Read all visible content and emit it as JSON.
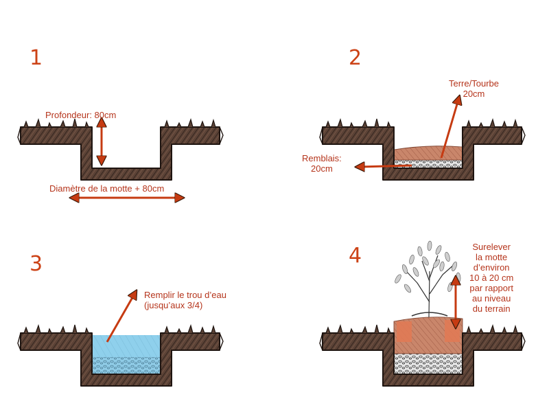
{
  "steps": [
    {
      "number": "1",
      "labels": {
        "depth": "Profondeur: 80cm",
        "diameter": "Diamètre de la motte + 80cm"
      }
    },
    {
      "number": "2",
      "labels": {
        "soil_line1": "Terre/Tourbe",
        "soil_line2": "20cm",
        "backfill_line1": "Remblais:",
        "backfill_line2": "20cm"
      }
    },
    {
      "number": "3",
      "labels": {
        "fill_line1": "Remplir le trou d’eau",
        "fill_line2": "(jusqu’aux 3/4)"
      }
    },
    {
      "number": "4",
      "labels": {
        "raise_lines": [
          "Surelever",
          "la motte",
          "d’environ",
          "10 à 20 cm",
          "par rapport",
          "au niveau",
          "du terrain"
        ]
      }
    }
  ],
  "colors": {
    "label_text": "#b5341b",
    "number_text": "#cc4216",
    "arrow": "#c63b12",
    "ground": "#5b4236",
    "soil": "#c9866b",
    "gravel": "#e3e3e3",
    "water": "#8fd0ec"
  }
}
